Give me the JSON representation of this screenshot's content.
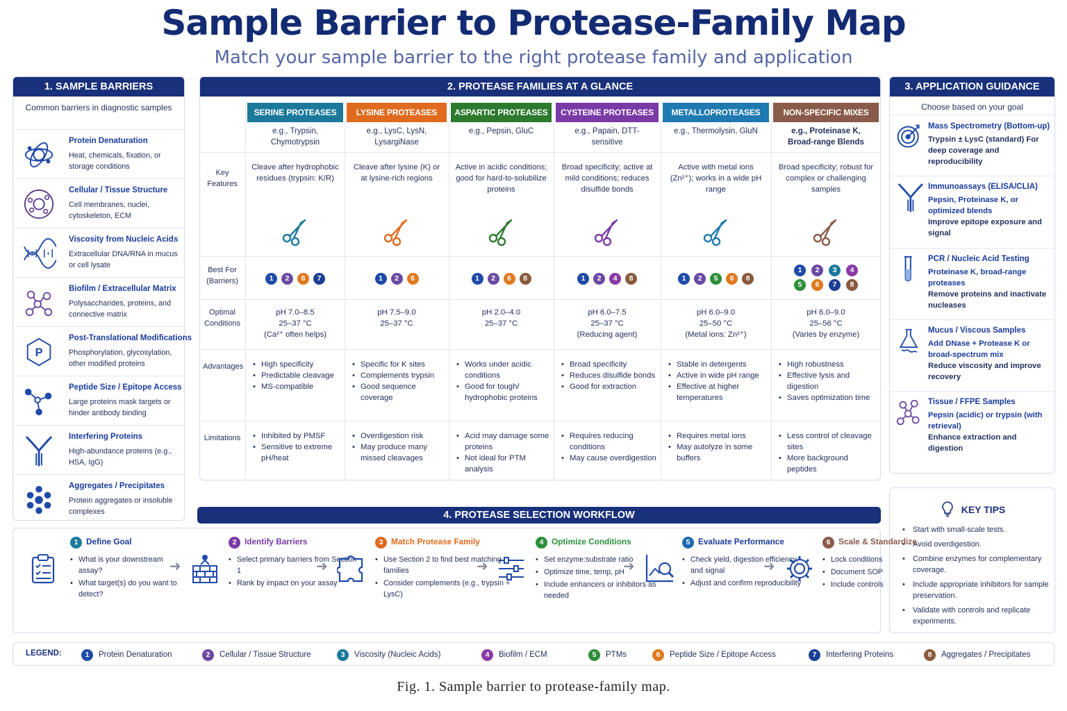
{
  "title": "Sample Barrier to Protease-Family Map",
  "subtitle": "Match your sample barrier to the right protease family and application",
  "colors": {
    "navy": "#19307a",
    "b1": "#1f4aa8",
    "b2": "#6b4aa3",
    "b3": "#1b7a9c",
    "b4": "#8a3aa6",
    "b5": "#2c8f3a",
    "b6": "#e07a1e",
    "b7": "#1c3f96",
    "b8": "#8a5a3c"
  },
  "section1": {
    "header": "1. SAMPLE BARRIERS",
    "intro": "Common barriers in diagnostic samples",
    "items": [
      {
        "title": "Protein Denaturation",
        "desc": "Heat, chemicals, fixation, or storage conditions",
        "icon": "molecule-icon"
      },
      {
        "title": "Cellular / Tissue Structure",
        "desc": "Cell membranes, nuclei, cytoskeleton, ECM",
        "icon": "cell-icon"
      },
      {
        "title": "Viscosity from Nucleic Acids",
        "desc": "Extracellular DNA/RNA in mucus or cell lysate",
        "icon": "dna-icon"
      },
      {
        "title": "Biofilm / Extracellular Matrix",
        "desc": "Polysaccharides, proteins, and connective matrix",
        "icon": "biofilm-icon"
      },
      {
        "title": "Post-Translational Modifications",
        "desc": "Phosphorylation, glycosylation, other modified proteins",
        "icon": "phospho-icon"
      },
      {
        "title": "Peptide Size / Epitope Access",
        "desc": "Large proteins mask targets or hinder antibody binding",
        "icon": "peptide-icon"
      },
      {
        "title": "Interfering Proteins",
        "desc": "High-abundance proteins (e.g., HSA, IgG)",
        "icon": "antibody-icon"
      },
      {
        "title": "Aggregates / Precipitates",
        "desc": "Protein aggregates or insoluble complexes",
        "icon": "aggregate-icon"
      }
    ]
  },
  "section2": {
    "header": "2. PROTEASE FAMILIES AT A GLANCE",
    "row_labels": {
      "features": "Key Features",
      "best": "Best For (Barriers)",
      "optimal": "Optimal Conditions",
      "advantages": "Advantages",
      "limitations": "Limitations"
    },
    "families": [
      {
        "name": "SERINE PROTEASES",
        "color": "#1b7a9c",
        "examples": "e.g., Trypsin, Chymotrypsin",
        "features": "Cleave after hydrophobic residues (trypsin: K/R)",
        "best": [
          1,
          2,
          6,
          7
        ],
        "optimal": "pH 7.0–8.5\n25–37 °C\n(Ca²⁺ often helps)",
        "advantages": [
          "High specificity",
          "Predictable cleavage",
          "MS-compatible"
        ],
        "limitations": [
          "Inhibited by PMSF",
          "Sensitive to extreme pH/heat"
        ]
      },
      {
        "name": "LYSINE PROTEASES",
        "color": "#e06a1e",
        "examples": "e.g., LysC, LysN, LysargiNase",
        "features": "Cleave after lysine (K) or at lysine-rich regions",
        "best": [
          1,
          2,
          6
        ],
        "optimal": "pH 7.5–9.0\n25–37 °C",
        "advantages": [
          "Specific for K sites",
          "Complements trypsin",
          "Good sequence coverage"
        ],
        "limitations": [
          "Overdigestion risk",
          "May produce many missed cleavages"
        ]
      },
      {
        "name": "ASPARTIC PROTEASES",
        "color": "#2c7a2e",
        "examples": "e.g., Pepsin, GluC",
        "features": "Active in acidic conditions; good for hard-to-solubilize proteins",
        "best": [
          1,
          2,
          6,
          8
        ],
        "optimal": "pH 2.0–4.0\n25–37 °C",
        "advantages": [
          "Works under acidic conditions",
          "Good for tough/ hydrophobic proteins"
        ],
        "limitations": [
          "Acid may damage some proteins",
          "Not ideal for PTM analysis"
        ]
      },
      {
        "name": "CYSTEINE PROTEASES",
        "color": "#7a3aa6",
        "examples": "e.g., Papain, DTT-sensitive",
        "features": "Broad specificity; active at mild conditions; reduces disulfide bonds",
        "best": [
          1,
          2,
          4,
          8
        ],
        "optimal": "pH 6.0–7.5\n25–37 °C\n(Reducing agent)",
        "advantages": [
          "Broad specificity",
          "Reduces disulfide bonds",
          "Good for extraction"
        ],
        "limitations": [
          "Requires reducing conditions",
          "May cause overdigestion"
        ]
      },
      {
        "name": "METALLOPROTEASES",
        "color": "#1e7ab0",
        "examples": "e.g., Thermolysin, GluN",
        "features": "Active with metal ions (Zn²⁺); works in a wide pH range",
        "best": [
          1,
          2,
          5,
          6,
          8
        ],
        "optimal": "pH 6.0–9.0\n25–50 °C\n(Metal ions: Zn²⁺)",
        "advantages": [
          "Stable in detergents",
          "Active in wide pH range",
          "Effective at higher temperatures"
        ],
        "limitations": [
          "Requires metal ions",
          "May autolyze in some buffers"
        ]
      },
      {
        "name": "NON-SPECIFIC MIXES",
        "color": "#8a5a4a",
        "examples": "e.g., Proteinase K, Broad-range Blends",
        "features": "Broad specificity; robust for complex or challenging samples",
        "best": [
          1,
          2,
          3,
          4,
          5,
          6,
          7,
          8
        ],
        "optimal": "pH 6.0–9.0\n25–56 °C\n(Varies by enzyme)",
        "advantages": [
          "High robustness",
          "Effective lysis and digestion",
          "Saves optimization time"
        ],
        "limitations": [
          "Less control of cleavage sites",
          "More background peptides"
        ]
      }
    ]
  },
  "section3": {
    "header": "3. APPLICATION GUIDANCE",
    "intro": "Choose based on your goal",
    "items": [
      {
        "title": "Mass Spectrometry (Bottom-up)",
        "rec": "",
        "desc": "Trypsin ± LysC (standard) For deep coverage and reproducibility",
        "icon": "target-icon"
      },
      {
        "title": "Immunoassays (ELISA/CLIA)",
        "rec": "Pepsin, Proteinase K, or optimized blends",
        "desc": "Improve epitope exposure and signal",
        "icon": "antibody-icon"
      },
      {
        "title": "PCR / Nucleic Acid Testing",
        "rec": "Proteinase K, broad-range proteases",
        "desc": "Remove proteins and inactivate nucleases",
        "icon": "tube-icon"
      },
      {
        "title": "Mucus / Viscous Samples",
        "rec": "Add DNase + Protease K or broad-spectrum mix",
        "desc": "Reduce viscosity and improve recovery",
        "icon": "flask-icon"
      },
      {
        "title": "Tissue / FFPE Samples",
        "rec": "Pepsin (acidic) or trypsin (with retrieval)",
        "desc": "Enhance extraction and digestion",
        "icon": "tissue-icon"
      }
    ]
  },
  "tips": {
    "title": "KEY TIPS",
    "icon": "lightbulb-icon",
    "items": [
      "Start with small-scale tests.",
      "Avoid overdigestion.",
      "Combine enzymes for complementary coverage.",
      "Include appropriate inhibitors for sample preservation.",
      "Validate with controls and replicate experiments."
    ]
  },
  "workflow": {
    "header": "4. PROTEASE SELECTION WORKFLOW",
    "steps": [
      {
        "n": "1",
        "title": "Define Goal",
        "color": "#1b7a9c",
        "icon": "clipboard-icon",
        "items": [
          "What is your downstream assay?",
          "What target(s) do you want to detect?"
        ]
      },
      {
        "n": "2",
        "title": "Identify Barriers",
        "color": "#7a3aa6",
        "icon": "wall-icon",
        "items": [
          "Select primary barriers from Section 1",
          "Rank by impact on your assay"
        ]
      },
      {
        "n": "3",
        "title": "Match Protease Family",
        "color": "#e06a1e",
        "icon": "puzzle-icon",
        "items": [
          "Use Section 2 to find best matching families",
          "Consider complements (e.g., trypsin + LysC)"
        ]
      },
      {
        "n": "4",
        "title": "Optimize Conditions",
        "color": "#2c8f3a",
        "icon": "sliders-icon",
        "items": [
          "Set enzyme:substrate ratio",
          "Optimize time, temp, pH",
          "Include enhancers or inhibitors as needed"
        ]
      },
      {
        "n": "5",
        "title": "Evaluate Performance",
        "color": "#1e6ab0",
        "icon": "chart-search-icon",
        "items": [
          "Check yield, digestion efficiency, and signal",
          "Adjust and confirm reproducibility"
        ]
      },
      {
        "n": "6",
        "title": "Scale & Standardize",
        "color": "#8a5a4a",
        "icon": "gear-icon",
        "items": [
          "Lock conditions",
          "Document SOP",
          "Include controls"
        ]
      }
    ]
  },
  "legend": {
    "label": "LEGEND:",
    "items": [
      {
        "n": "1",
        "text": "Protein Denaturation"
      },
      {
        "n": "2",
        "text": "Cellular / Tissue Structure"
      },
      {
        "n": "3",
        "text": "Viscosity (Nucleic Acids)"
      },
      {
        "n": "4",
        "text": "Biofilm / ECM"
      },
      {
        "n": "5",
        "text": "PTMs"
      },
      {
        "n": "6",
        "text": "Peptide Size / Epitope Access"
      },
      {
        "n": "7",
        "text": "Interfering Proteins"
      },
      {
        "n": "8",
        "text": "Aggregates / Precipitates"
      }
    ]
  },
  "caption": "Fig. 1.  Sample barrier to protease-family map."
}
